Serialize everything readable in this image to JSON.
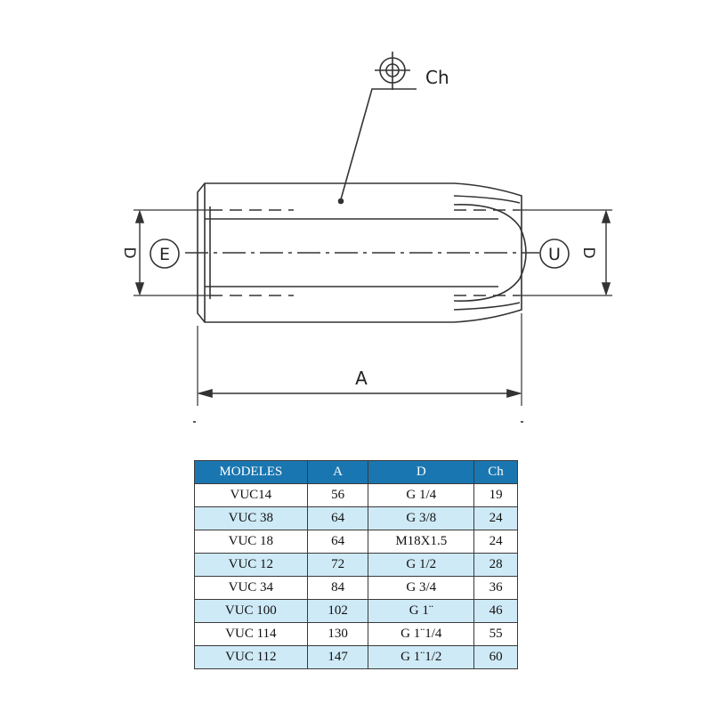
{
  "drawing": {
    "labels": {
      "hex": "Ch",
      "inlet": "E",
      "outlet": "U",
      "diameter_left": "D",
      "diameter_right": "D",
      "length": "A"
    }
  },
  "table": {
    "columns": [
      "MODELES",
      "A",
      "D",
      "Ch"
    ],
    "rows": [
      [
        "VUC14",
        "56",
        "G 1/4",
        "19"
      ],
      [
        "VUC 38",
        "64",
        "G 3/8",
        "24"
      ],
      [
        "VUC 18",
        "64",
        "M18X1.5",
        "24"
      ],
      [
        "VUC 12",
        "72",
        "G 1/2",
        "28"
      ],
      [
        "VUC 34",
        "84",
        "G 3/4",
        "36"
      ],
      [
        "VUC 100",
        "102",
        "G 1¨",
        "46"
      ],
      [
        "VUC 114",
        "130",
        "G 1¨1/4",
        "55"
      ],
      [
        "VUC 112",
        "147",
        "G 1¨1/2",
        "60"
      ]
    ]
  },
  "colors": {
    "header_bg": "#1a76b0",
    "row_alt_bg": "#cfeaf7",
    "row_bg": "#ffffff",
    "line": "#333333"
  }
}
